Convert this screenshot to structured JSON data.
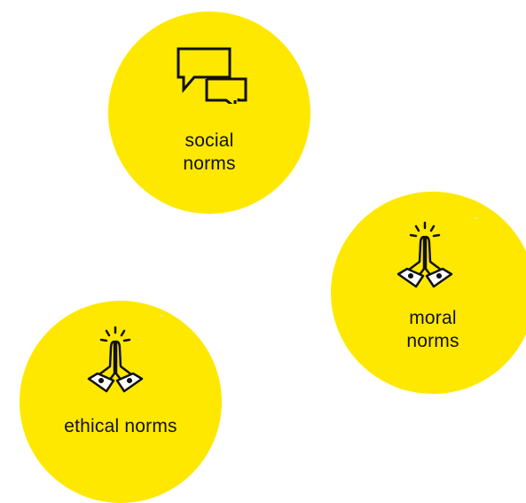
{
  "colors": {
    "circle_fill": "#ffe800",
    "icon_stroke": "#111111",
    "text": "#111111"
  },
  "nodes": [
    {
      "id": "social",
      "icon": "speech-bubbles-icon",
      "label": "social\nnorms"
    },
    {
      "id": "moral",
      "icon": "praying-hands-icon",
      "label": "moral\nnorms"
    },
    {
      "id": "ethical",
      "icon": "praying-hands-icon",
      "label": "ethical norms"
    }
  ]
}
